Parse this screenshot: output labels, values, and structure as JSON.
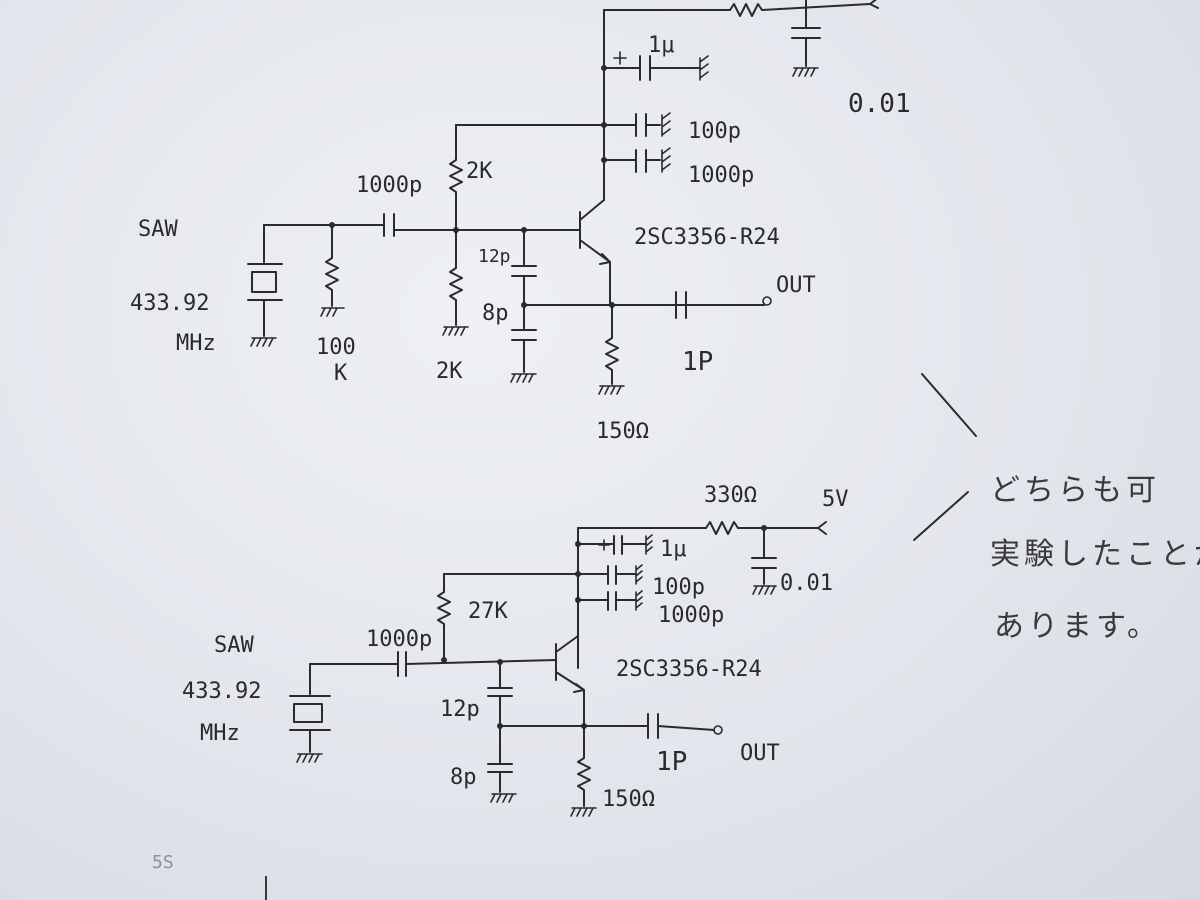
{
  "top_circuit": {
    "saw_label": "SAW",
    "saw_freq": "433.92",
    "saw_unit": "MHz",
    "r_in": "100",
    "r_in_unit": "K",
    "c_coupling": "1000p",
    "r_bias_upper": "2K",
    "r_bias_lower": "2K",
    "c_feedback_1": "12p",
    "c_feedback_2": "8p",
    "transistor": "2SC3356-R24",
    "r_emitter": "150Ω",
    "c_out": "1P",
    "out_label": "OUT",
    "c_decouple_1": "1μ",
    "c_decouple_2": "100p",
    "c_decouple_3": "1000p",
    "c_supply": "0.01"
  },
  "bottom_circuit": {
    "saw_label": "SAW",
    "saw_freq": "433.92",
    "saw_unit": "MHz",
    "c_coupling": "1000p",
    "r_bias": "27K",
    "c_feedback_1": "12p",
    "c_feedback_2": "8p",
    "transistor": "2SC3356-R24",
    "r_emitter": "150Ω",
    "c_out": "1P",
    "out_label": "OUT",
    "r_supply": "330Ω",
    "supply_voltage": "5V",
    "c_supply": "0.01",
    "c_decouple_1": "1μ",
    "c_decouple_2": "100p",
    "c_decouple_3": "1000p"
  },
  "note": {
    "line1": "どちらも可",
    "line2": "実験したことが",
    "line3": "あります。"
  },
  "corner_mark": "5S"
}
